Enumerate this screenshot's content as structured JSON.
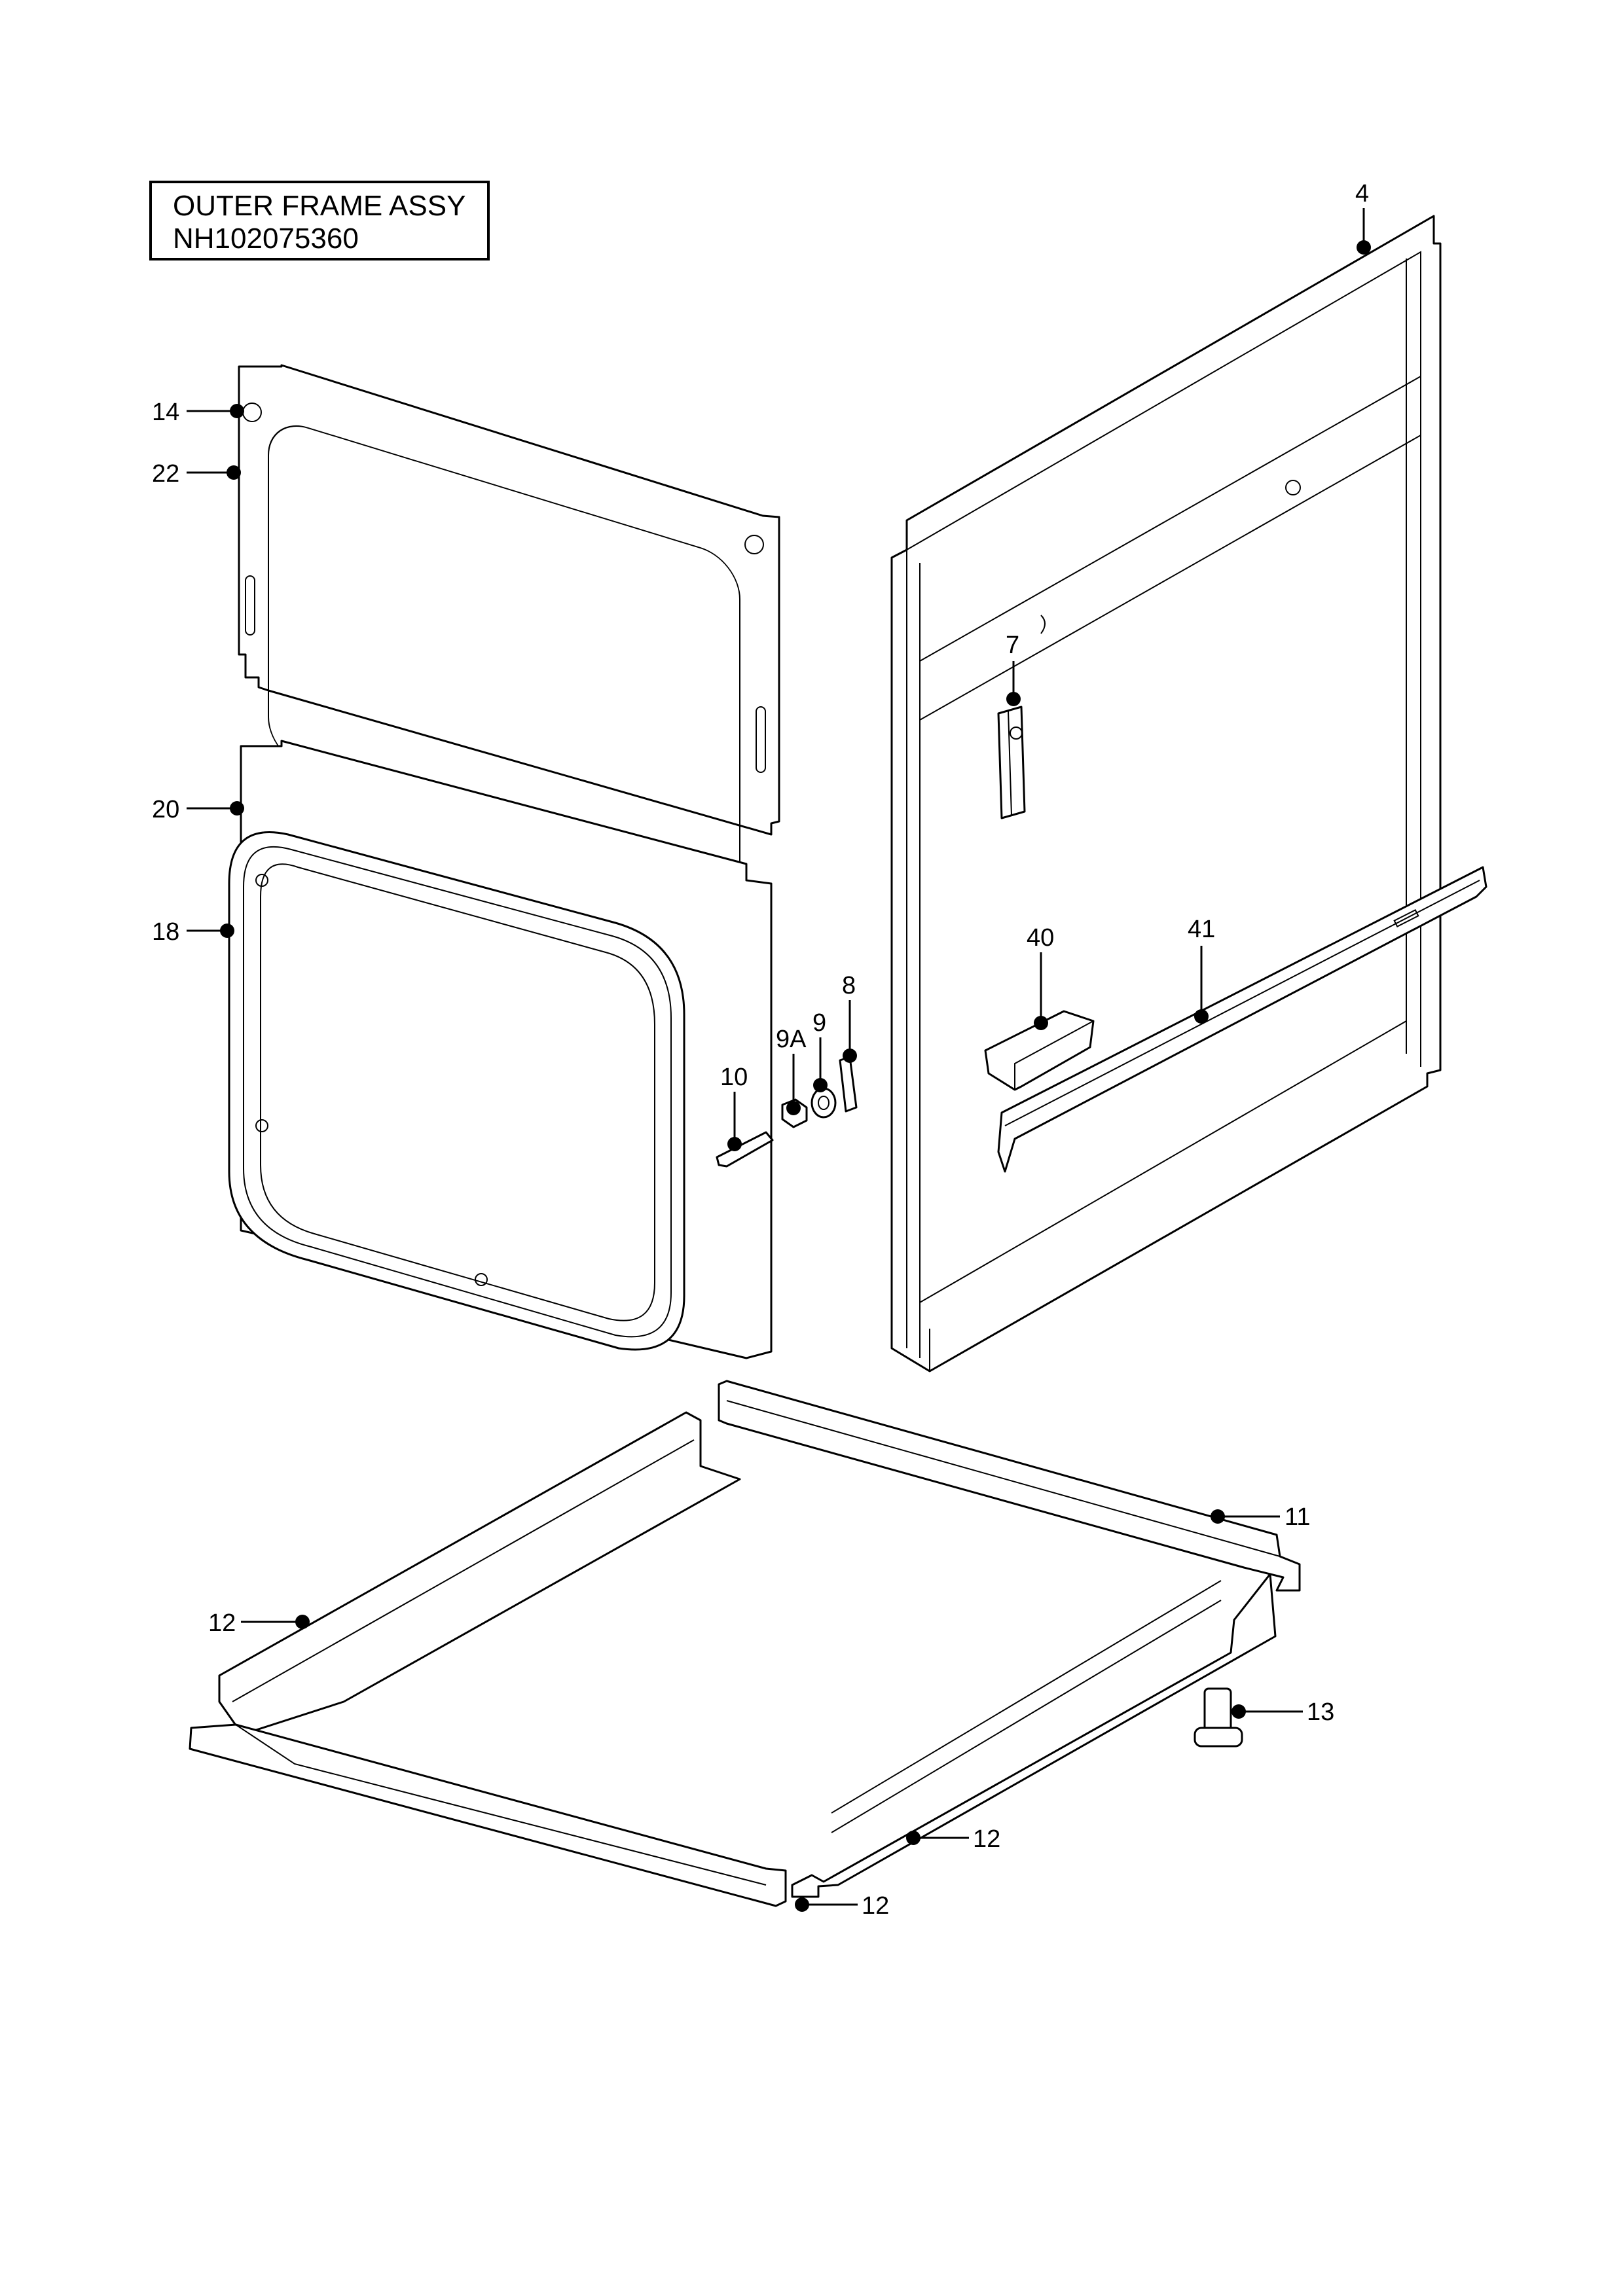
{
  "title": {
    "line1": "OUTER FRAME ASSY",
    "line2": "NH102075360"
  },
  "callouts": [
    {
      "id": "4",
      "label": "4"
    },
    {
      "id": "7",
      "label": "7"
    },
    {
      "id": "8",
      "label": "8"
    },
    {
      "id": "9",
      "label": "9"
    },
    {
      "id": "9A",
      "label": "9A"
    },
    {
      "id": "10",
      "label": "10"
    },
    {
      "id": "11",
      "label": "11"
    },
    {
      "id": "12a",
      "label": "12"
    },
    {
      "id": "12b",
      "label": "12"
    },
    {
      "id": "12c",
      "label": "12"
    },
    {
      "id": "13",
      "label": "13"
    },
    {
      "id": "14",
      "label": "14"
    },
    {
      "id": "18",
      "label": "18"
    },
    {
      "id": "20",
      "label": "20"
    },
    {
      "id": "22",
      "label": "22"
    },
    {
      "id": "40",
      "label": "40"
    },
    {
      "id": "41",
      "label": "41"
    }
  ]
}
